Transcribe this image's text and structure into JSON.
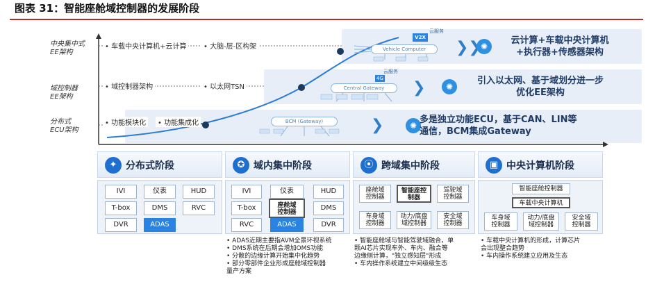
{
  "title": "图表 31：智能座舱域控制器的发展阶段",
  "axis": {
    "levels": [
      {
        "label_line1": "中央集中式",
        "label_line2": "EE架构"
      },
      {
        "label_line1": "域控制器",
        "label_line2": "EE架构"
      },
      {
        "label_line1": "分布式",
        "label_line2": "ECU架构"
      }
    ],
    "annotations": [
      {
        "left": "车载中央计算机+云计算",
        "right": "大脑-层-区构架"
      },
      {
        "left": "域控制器架构",
        "right": "以太网TSN"
      },
      {
        "left": "功能模块化",
        "right": "功能集成化"
      }
    ]
  },
  "diagram_labels": {
    "vehicle_computer": "Vehicle Computer",
    "central_gateway": "Central Gateway",
    "bcm_gateway": "BCM (Gateway)",
    "cloud1": "云服务",
    "cloud2": "云服务",
    "v2x": "V2X",
    "4g": "4G"
  },
  "right_texts": [
    {
      "line1": "云计算+车载中央计算机",
      "line2": "+执行器+传感器架构"
    },
    {
      "line1": "引入以太网、基于域划分进一步",
      "line2": "优化EE架构"
    },
    {
      "line1": "多是独立功能ECU，基于CAN、LIN等",
      "line2": "通信，BCM集成Gateway"
    }
  ],
  "phases": [
    {
      "name": "分布式阶段",
      "icon": "◆"
    },
    {
      "name": "域内集中阶段",
      "icon": "◆"
    },
    {
      "name": "跨域集中阶段",
      "icon": "◆"
    },
    {
      "name": "中央计算机阶段",
      "icon": "◆"
    }
  ],
  "panel1": [
    "IVI",
    "仪表",
    "HUD",
    "T-box",
    "DMS",
    "RVC",
    "DVR",
    "ADAS"
  ],
  "panel2": {
    "cells": [
      "IVI",
      "仪表",
      "HUD",
      "T-box",
      "DMS",
      "RVC",
      "ADAS",
      "DVR"
    ],
    "center_l1": "座舱域",
    "center_l2": "控制器"
  },
  "panel3": {
    "c1": [
      "座舱域",
      "控制器"
    ],
    "c2": [
      "智能座控",
      "制器"
    ],
    "c3": [
      "驾驶域",
      "控制器"
    ],
    "c4": [
      "车身域",
      "控制器"
    ],
    "c5": [
      "动力/底盘",
      "域控制器"
    ],
    "c6": [
      "安全域",
      "控制器"
    ]
  },
  "panel4": {
    "top": "智能座舱控制器",
    "mid": "车载中央计算机",
    "c1": [
      "车身域",
      "控制器"
    ],
    "c2": [
      "动力/底盘",
      "域控制器"
    ],
    "c3": [
      "安全域",
      "控制器"
    ]
  },
  "bullets": {
    "col2": [
      "• ADAS近期主要指AVM全景环视系统",
      "• DMS系统在后期会增加OMS功能",
      "• 分散的边缘计算开始集中化趋势",
      "• 部分零部件企业形成座舱域控制器",
      "  量产方案"
    ],
    "col3": [
      "• 智能座舱域与智能驾驶域融合，单",
      "  颗AI芯片实现车外、车内、融合等",
      "  边缘侧计算，\"独立感知层\"形成",
      "• 车内操作系统建立中间级级生态"
    ],
    "col4": [
      "• 车载中央计算机的形成，计算芯片",
      "  会出现整合趋势",
      "• 车内操作系统建立应用及生态"
    ]
  }
}
